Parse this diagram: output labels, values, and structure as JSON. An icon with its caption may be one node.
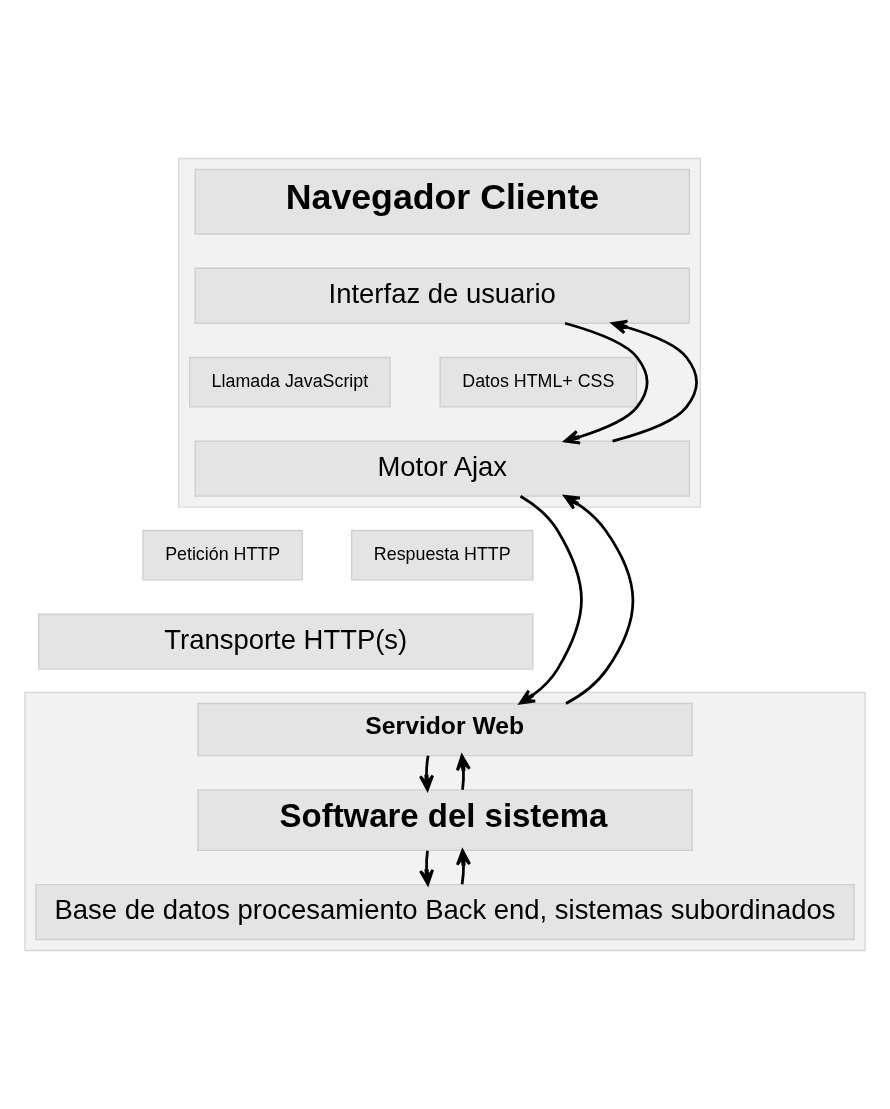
{
  "diagram": {
    "nodes": [
      {
        "text": [],
        "shape": "box"
      },
      {
        "text": [
          "Navegador Cliente"
        ],
        "in": 0
      },
      {
        "text": [
          "Interfaz de usuario"
        ],
        "in": 0
      },
      {
        "text": [
          "Llamada JavaScript"
        ],
        "in": 0
      },
      {
        "text": [
          "Datos HTML+ CSS"
        ],
        "in": 0
      },
      {
        "text": [
          "Motor Ajax"
        ],
        "in": 0
      },
      {
        "text": [
          "Petición HTTP"
        ]
      },
      {
        "text": [
          "Respuesta HTTP"
        ]
      },
      {
        "text": [
          "Transporte HTTP(s)"
        ]
      },
      {
        "text": [],
        "shape": "box"
      },
      {
        "text": [
          "Servidor Web"
        ],
        "in": 9
      },
      {
        "text": [
          "Software del sistema"
        ],
        "in": 9
      },
      {
        "text": [
          "Base de datos procesamiento Back end, sistemas subordinados"
        ],
        "in": 9
      }
    ],
    "edges": [
      {
        "from": 2,
        "to": 5,
        "arrow": "to"
      },
      {
        "from": 5,
        "to": 2,
        "arrow": "to"
      },
      {
        "from": 5,
        "to": 10,
        "arrow": "to"
      },
      {
        "from": 10,
        "to": 5,
        "arrow": "to"
      },
      {
        "from": 10,
        "to": 11,
        "arrow": "to"
      },
      {
        "from": 11,
        "to": 10,
        "arrow": "to"
      },
      {
        "from": 11,
        "to": 12,
        "arrow": "to"
      },
      {
        "from": 12,
        "to": 11,
        "arrow": "to"
      }
    ]
  }
}
